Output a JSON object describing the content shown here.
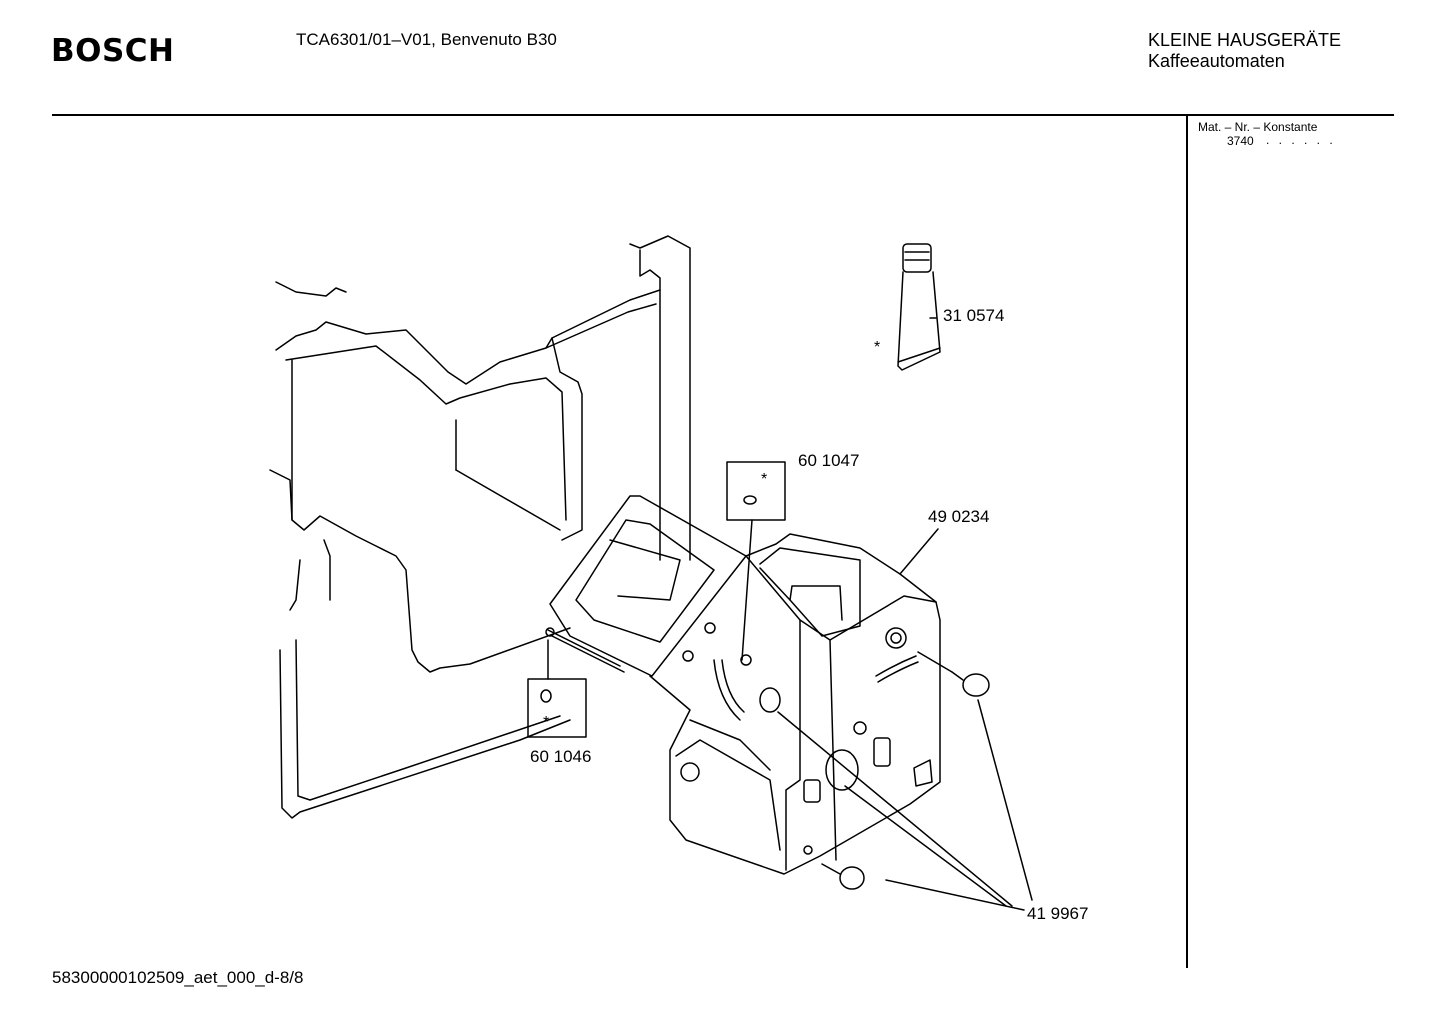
{
  "header": {
    "brand": "BOSCH",
    "model": "TCA6301/01–V01, Benvenuto B30",
    "category_line1": "KLEINE HAUSGERÄTE",
    "category_line2": "Kaffeeautomaten"
  },
  "sidebar": {
    "mat_label": "Mat. – Nr. – Konstante",
    "mat_value": "3740",
    "mat_dots": ". .   . . . ."
  },
  "diagram": {
    "parts": [
      {
        "number": "31 0574",
        "marked": true
      },
      {
        "number": "60 1047",
        "marked": true
      },
      {
        "number": "49 0234",
        "marked": false
      },
      {
        "number": "60 1046",
        "marked": true
      },
      {
        "number": "41 9967",
        "marked": false
      }
    ],
    "asterisk": "*"
  },
  "footer": {
    "doc_id": "58300000102509_aet_000_d-8/8"
  }
}
